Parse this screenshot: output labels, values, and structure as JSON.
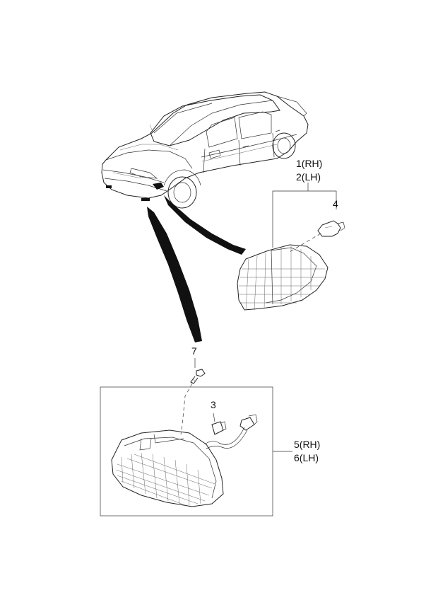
{
  "callouts": {
    "c1": "1(RH)",
    "c2": "2(LH)",
    "c3": "3",
    "c4": "4",
    "c5": "5(RH)",
    "c6": "6(LH)",
    "c7": "7"
  },
  "colors": {
    "line": "#222222",
    "background": "#ffffff",
    "pointer": "#111111"
  },
  "icons": {
    "car": "sedan-car-icon",
    "corner_lamp": "side-marker-lamp-icon",
    "fog_lamp": "fog-lamp-icon",
    "bulb": "bulb-icon",
    "screw": "screw-icon"
  }
}
